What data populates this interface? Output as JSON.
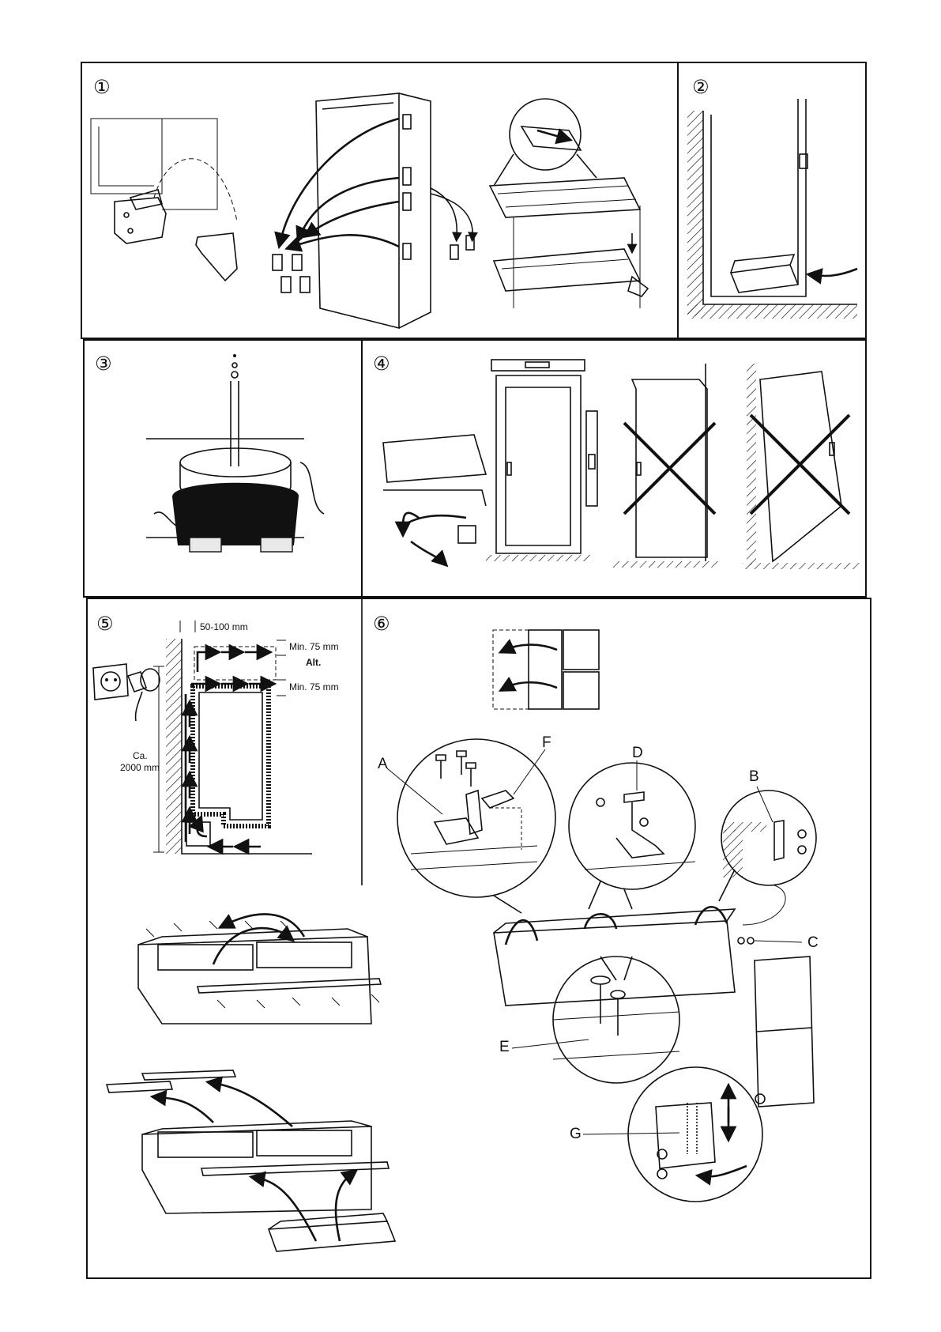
{
  "steps": {
    "s1": "①",
    "s2": "②",
    "s3": "③",
    "s4": "④",
    "s5": "⑤",
    "s6": "⑥"
  },
  "ventilation": {
    "gap": "50-100 mm",
    "min_top": "Min. 75 mm",
    "alt": "Alt.",
    "min_mid": "Min. 75 mm",
    "height_prefix": "Ca.",
    "height_value": "2000 mm"
  },
  "callouts": {
    "a": "A",
    "b": "B",
    "c": "C",
    "d": "D",
    "e": "E",
    "f": "F",
    "g": "G"
  },
  "icons": [
    "hinge-icon",
    "fridge-icon",
    "shelf-icon",
    "compressor-icon",
    "spirit-level-icon",
    "cross-icon",
    "wall-socket-icon",
    "airflow-arrow-icon",
    "screw-icon"
  ],
  "colors": {
    "ink": "#111111",
    "paper": "#ffffff"
  }
}
